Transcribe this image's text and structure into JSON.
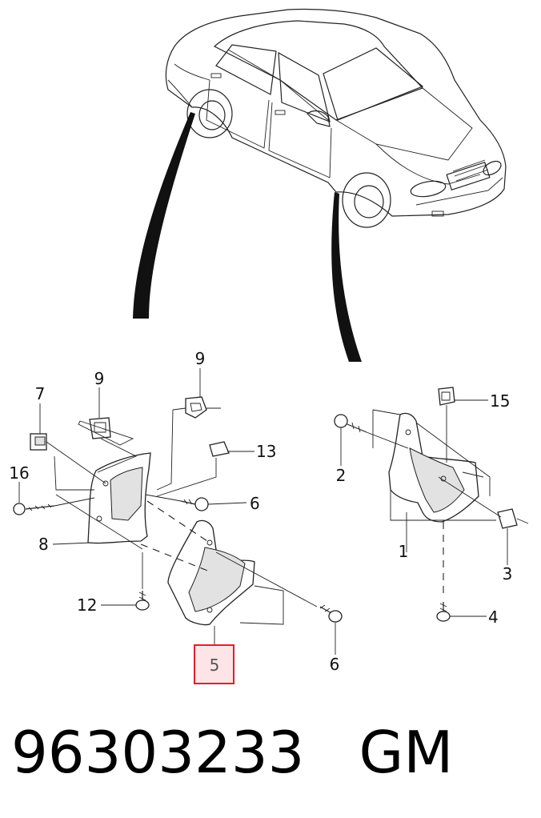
{
  "callouts": {
    "c1": "1",
    "c2": "2",
    "c3": "3",
    "c4": "4",
    "c5": "5",
    "c6a": "6",
    "c6b": "6",
    "c7": "7",
    "c8": "8",
    "c9a": "9",
    "c9b": "9",
    "c12": "12",
    "c13": "13",
    "c15": "15",
    "c16": "16"
  },
  "highlight": {
    "callout": "5",
    "border_color": "#e0202a",
    "fill_color": "#fde4e6"
  },
  "footer": {
    "part_number": "96303233",
    "brand": "GM"
  }
}
